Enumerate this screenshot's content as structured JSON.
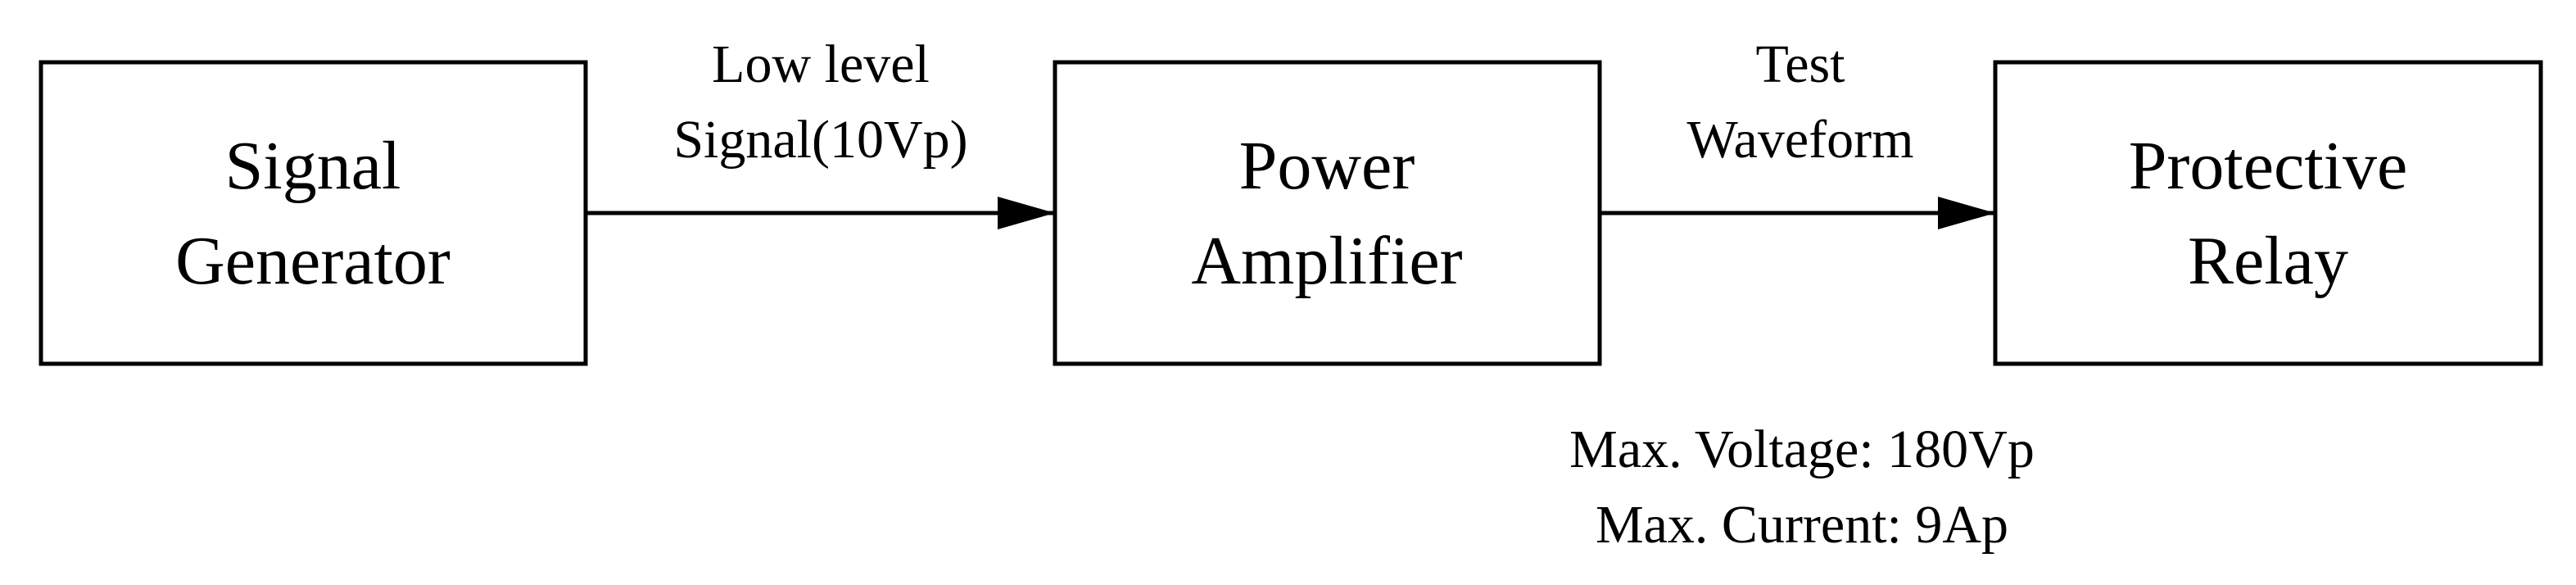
{
  "blocks": [
    {
      "id": "signal-generator",
      "lines": [
        "Signal",
        "Generator"
      ]
    },
    {
      "id": "power-amplifier",
      "lines": [
        "Power",
        "Amplifier"
      ]
    },
    {
      "id": "protective-relay",
      "lines": [
        "Protective",
        "Relay"
      ]
    }
  ],
  "edges": [
    {
      "from": "signal-generator",
      "to": "power-amplifier",
      "label_lines": [
        "Low level",
        "Signal(10Vp)"
      ]
    },
    {
      "from": "power-amplifier",
      "to": "protective-relay",
      "label_lines": [
        "Test",
        "Waveform"
      ]
    }
  ],
  "notes": {
    "lines": [
      "Max. Voltage: 180Vp",
      "Max. Current: 9Ap"
    ]
  },
  "colors": {
    "stroke": "#000000",
    "text": "#000000",
    "background": "#ffffff"
  }
}
